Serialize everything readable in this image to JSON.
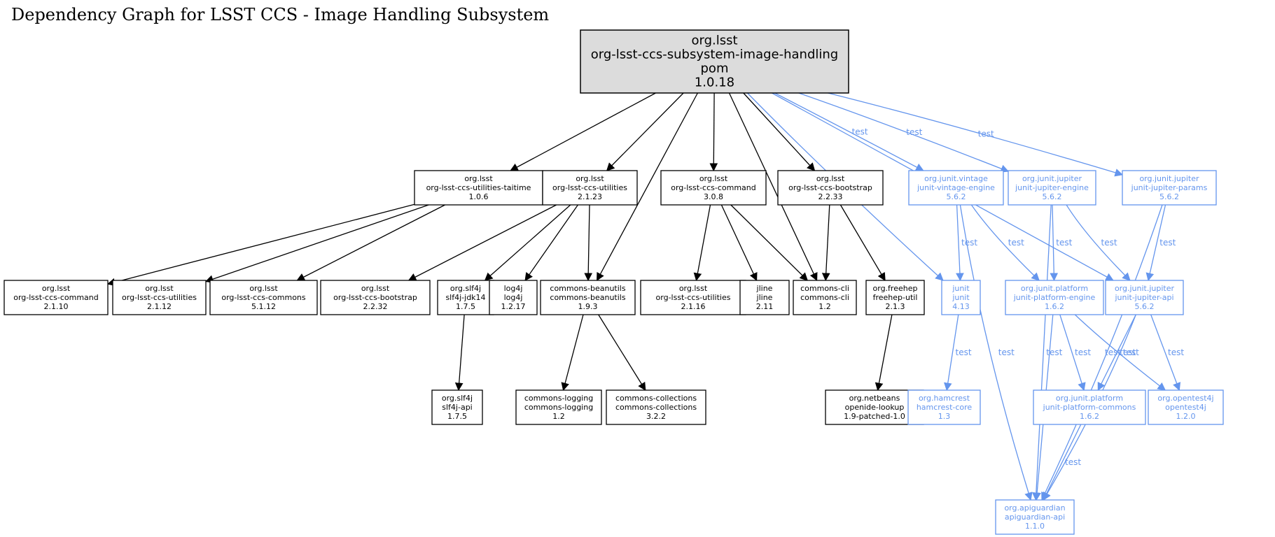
{
  "title": "Dependency Graph for LSST CCS - Image Handling Subsystem",
  "colors": {
    "normal": "#000000",
    "test": "#6495ed",
    "root_fill": "#dcdcdc"
  },
  "nodes": [
    {
      "id": "root",
      "lines": [
        "org.lsst",
        "org-lsst-ccs-subsystem-image-handling",
        "pom",
        "1.0.18"
      ],
      "style": "root"
    },
    {
      "id": "taitime",
      "lines": [
        "org.lsst",
        "org-lsst-ccs-utilities-taitime",
        "1.0.6"
      ],
      "style": "normal"
    },
    {
      "id": "utilities",
      "lines": [
        "org.lsst",
        "org-lsst-ccs-utilities",
        "2.1.23"
      ],
      "style": "normal"
    },
    {
      "id": "command",
      "lines": [
        "org.lsst",
        "org-lsst-ccs-command",
        "3.0.8"
      ],
      "style": "normal"
    },
    {
      "id": "bootstrap",
      "lines": [
        "org.lsst",
        "org-lsst-ccs-bootstrap",
        "2.2.33"
      ],
      "style": "normal"
    },
    {
      "id": "vintage",
      "lines": [
        "org.junit.vintage",
        "junit-vintage-engine",
        "5.6.2"
      ],
      "style": "test"
    },
    {
      "id": "jupiter_engine",
      "lines": [
        "org.junit.jupiter",
        "junit-jupiter-engine",
        "5.6.2"
      ],
      "style": "test"
    },
    {
      "id": "jupiter_params",
      "lines": [
        "org.junit.jupiter",
        "junit-jupiter-params",
        "5.6.2"
      ],
      "style": "test"
    },
    {
      "id": "command_old",
      "lines": [
        "org.lsst",
        "org-lsst-ccs-command",
        "2.1.10"
      ],
      "style": "normal"
    },
    {
      "id": "utilities_old",
      "lines": [
        "org.lsst",
        "org-lsst-ccs-utilities",
        "2.1.12"
      ],
      "style": "normal"
    },
    {
      "id": "commons",
      "lines": [
        "org.lsst",
        "org-lsst-ccs-commons",
        "5.1.12"
      ],
      "style": "normal"
    },
    {
      "id": "bootstrap_old",
      "lines": [
        "org.lsst",
        "org-lsst-ccs-bootstrap",
        "2.2.32"
      ],
      "style": "normal"
    },
    {
      "id": "slf4j_jdk14",
      "lines": [
        "org.slf4j",
        "slf4j-jdk14",
        "1.7.5"
      ],
      "style": "normal"
    },
    {
      "id": "log4j",
      "lines": [
        "log4j",
        "log4j",
        "1.2.17"
      ],
      "style": "normal"
    },
    {
      "id": "beanutils",
      "lines": [
        "commons-beanutils",
        "commons-beanutils",
        "1.9.3"
      ],
      "style": "normal"
    },
    {
      "id": "utilities_216",
      "lines": [
        "org.lsst",
        "org-lsst-ccs-utilities",
        "2.1.16"
      ],
      "style": "normal"
    },
    {
      "id": "jline",
      "lines": [
        "jline",
        "jline",
        "2.11"
      ],
      "style": "normal"
    },
    {
      "id": "commons_cli",
      "lines": [
        "commons-cli",
        "commons-cli",
        "1.2"
      ],
      "style": "normal"
    },
    {
      "id": "freehep",
      "lines": [
        "org.freehep",
        "freehep-util",
        "2.1.3"
      ],
      "style": "normal"
    },
    {
      "id": "junit",
      "lines": [
        "junit",
        "junit",
        "4.13"
      ],
      "style": "test"
    },
    {
      "id": "platform_engine",
      "lines": [
        "org.junit.platform",
        "junit-platform-engine",
        "1.6.2"
      ],
      "style": "test"
    },
    {
      "id": "jupiter_api",
      "lines": [
        "org.junit.jupiter",
        "junit-jupiter-api",
        "5.6.2"
      ],
      "style": "test"
    },
    {
      "id": "slf4j_api",
      "lines": [
        "org.slf4j",
        "slf4j-api",
        "1.7.5"
      ],
      "style": "normal"
    },
    {
      "id": "logging",
      "lines": [
        "commons-logging",
        "commons-logging",
        "1.2"
      ],
      "style": "normal"
    },
    {
      "id": "collections",
      "lines": [
        "commons-collections",
        "commons-collections",
        "3.2.2"
      ],
      "style": "normal"
    },
    {
      "id": "openide",
      "lines": [
        "org.netbeans",
        "openide-lookup",
        "1.9-patched-1.0"
      ],
      "style": "normal"
    },
    {
      "id": "hamcrest",
      "lines": [
        "org.hamcrest",
        "hamcrest-core",
        "1.3"
      ],
      "style": "test"
    },
    {
      "id": "platform_commons",
      "lines": [
        "org.junit.platform",
        "junit-platform-commons",
        "1.6.2"
      ],
      "style": "test"
    },
    {
      "id": "opentest4j",
      "lines": [
        "org.opentest4j",
        "opentest4j",
        "1.2.0"
      ],
      "style": "test"
    },
    {
      "id": "apiguardian",
      "lines": [
        "org.apiguardian",
        "apiguardian-api",
        "1.1.0"
      ],
      "style": "test"
    }
  ],
  "edges": [
    {
      "from": "root",
      "to": "taitime",
      "style": "normal",
      "label": ""
    },
    {
      "from": "root",
      "to": "utilities",
      "style": "normal",
      "label": ""
    },
    {
      "from": "root",
      "to": "beanutils",
      "style": "normal",
      "label": ""
    },
    {
      "from": "root",
      "to": "command",
      "style": "normal",
      "label": ""
    },
    {
      "from": "root",
      "to": "commons_cli",
      "style": "normal",
      "label": ""
    },
    {
      "from": "root",
      "to": "bootstrap",
      "style": "normal",
      "label": ""
    },
    {
      "from": "root",
      "to": "junit",
      "style": "test",
      "label": "test"
    },
    {
      "from": "root",
      "to": "vintage",
      "style": "test",
      "label": "test"
    },
    {
      "from": "root",
      "to": "jupiter_engine",
      "style": "test",
      "label": "test"
    },
    {
      "from": "root",
      "to": "jupiter_api",
      "style": "test",
      "label": "test"
    },
    {
      "from": "root",
      "to": "jupiter_params",
      "style": "test",
      "label": "test"
    },
    {
      "from": "taitime",
      "to": "command_old",
      "style": "normal",
      "label": ""
    },
    {
      "from": "taitime",
      "to": "utilities_old",
      "style": "normal",
      "label": ""
    },
    {
      "from": "taitime",
      "to": "commons",
      "style": "normal",
      "label": ""
    },
    {
      "from": "utilities",
      "to": "bootstrap_old",
      "style": "normal",
      "label": ""
    },
    {
      "from": "utilities",
      "to": "slf4j_jdk14",
      "style": "normal",
      "label": ""
    },
    {
      "from": "utilities",
      "to": "log4j",
      "style": "normal",
      "label": ""
    },
    {
      "from": "utilities",
      "to": "beanutils",
      "style": "normal",
      "label": ""
    },
    {
      "from": "command",
      "to": "utilities_216",
      "style": "normal",
      "label": ""
    },
    {
      "from": "command",
      "to": "jline",
      "style": "normal",
      "label": ""
    },
    {
      "from": "command",
      "to": "commons_cli",
      "style": "normal",
      "label": ""
    },
    {
      "from": "bootstrap",
      "to": "commons_cli",
      "style": "normal",
      "label": ""
    },
    {
      "from": "bootstrap",
      "to": "freehep",
      "style": "normal",
      "label": ""
    },
    {
      "from": "slf4j_jdk14",
      "to": "slf4j_api",
      "style": "normal",
      "label": ""
    },
    {
      "from": "beanutils",
      "to": "logging",
      "style": "normal",
      "label": ""
    },
    {
      "from": "beanutils",
      "to": "collections",
      "style": "normal",
      "label": ""
    },
    {
      "from": "freehep",
      "to": "openide",
      "style": "normal",
      "label": ""
    },
    {
      "from": "vintage",
      "to": "junit",
      "style": "test",
      "label": "test"
    },
    {
      "from": "vintage",
      "to": "platform_engine",
      "style": "test",
      "label": "test"
    },
    {
      "from": "vintage",
      "to": "apiguardian",
      "style": "test",
      "label": "test"
    },
    {
      "from": "jupiter_engine",
      "to": "platform_engine",
      "style": "test",
      "label": "test"
    },
    {
      "from": "jupiter_engine",
      "to": "jupiter_api",
      "style": "test",
      "label": "test"
    },
    {
      "from": "jupiter_engine",
      "to": "apiguardian",
      "style": "test",
      "label": "test"
    },
    {
      "from": "jupiter_params",
      "to": "jupiter_api",
      "style": "test",
      "label": "test"
    },
    {
      "from": "jupiter_params",
      "to": "apiguardian",
      "style": "test",
      "label": "test"
    },
    {
      "from": "junit",
      "to": "hamcrest",
      "style": "test",
      "label": "test"
    },
    {
      "from": "platform_engine",
      "to": "platform_commons",
      "style": "test",
      "label": "test"
    },
    {
      "from": "platform_engine",
      "to": "opentest4j",
      "style": "test",
      "label": "test"
    },
    {
      "from": "platform_engine",
      "to": "apiguardian",
      "style": "test",
      "label": "test"
    },
    {
      "from": "jupiter_api",
      "to": "platform_commons",
      "style": "test",
      "label": "test"
    },
    {
      "from": "jupiter_api",
      "to": "opentest4j",
      "style": "test",
      "label": "test"
    },
    {
      "from": "jupiter_api",
      "to": "apiguardian",
      "style": "test",
      "label": "test"
    },
    {
      "from": "platform_commons",
      "to": "apiguardian",
      "style": "test",
      "label": "test"
    }
  ]
}
